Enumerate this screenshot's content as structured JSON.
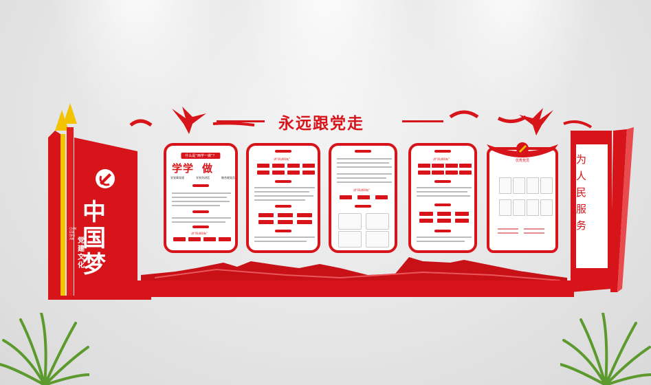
{
  "title": "永远跟党走",
  "left_banner": {
    "calligraphy": "中国梦",
    "subtitle": "党建文化",
    "pinyin": "CHINESE DREAM"
  },
  "right_banner": {
    "slogan": "为人民服务"
  },
  "panel1": {
    "header": "什么是“两学一做”？",
    "big_chars": [
      "学",
      "学",
      "做"
    ],
    "sub_labels": [
      "学党章党规",
      "学系列讲话",
      "做合格党员"
    ],
    "box_title": "讲“四讲四有”"
  },
  "panel2": {
    "box_title": "讲“四讲四有”"
  },
  "panel3": {
    "box_title": "讲“四讲四有”"
  },
  "panel4": {
    "box_title": "讲“四讲四有”"
  },
  "panel5": {
    "header": "优秀党员"
  },
  "colors": {
    "primary_red": "#d7141a",
    "banner_yellow": "#f3c300",
    "wall_gray": "#e6e6e6"
  }
}
